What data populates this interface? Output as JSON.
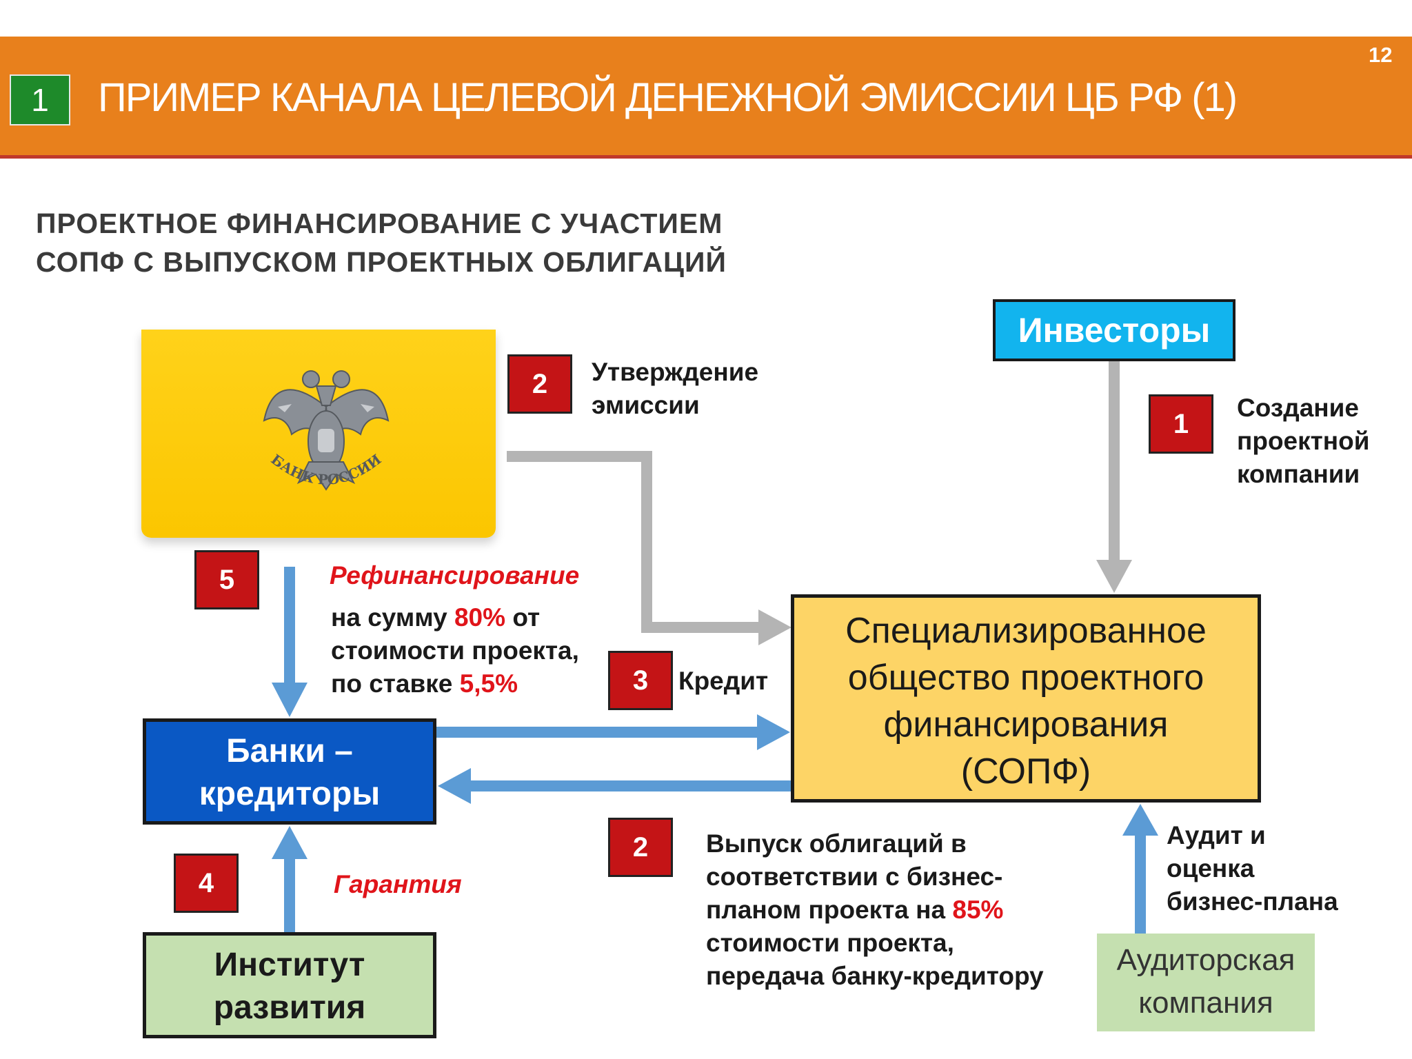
{
  "header": {
    "section_number": "1",
    "title": "ПРИМЕР КАНАЛА ЦЕЛЕВОЙ ДЕНЕЖНОЙ ЭМИССИИ ЦБ РФ (1)",
    "page_number": "12"
  },
  "subtitle": {
    "line1": "ПРОЕКТНОЕ ФИНАНСИРОВАНИЕ С УЧАСТИЕМ",
    "line2": "СОПФ С ВЫПУСКОМ ПРОЕКТНЫХ ОБЛИГАЦИЙ"
  },
  "central_bank": {
    "emblem_text": "БАНК РОССИИ",
    "emblem_icon": "double-headed-eagle-icon"
  },
  "boxes": {
    "investors": "Инвесторы",
    "sopf": [
      "Специализированное",
      "общество проектного",
      "финансирования",
      "(СОПФ)"
    ],
    "banks": [
      "Банки –",
      "кредиторы"
    ],
    "dev_institute": [
      "Институт",
      "развития"
    ],
    "auditor": [
      "Аудиторская",
      "компания"
    ]
  },
  "steps": {
    "approval": {
      "number": "2",
      "lines": [
        "Утверждение",
        "эмиссии"
      ]
    },
    "creation": {
      "number": "1",
      "lines": [
        "Создание",
        "проектной",
        "компании"
      ]
    },
    "refinancing": {
      "number": "5",
      "title": "Рефинансирование",
      "line1_prefix": "на сумму ",
      "line1_value": "80%",
      "line1_suffix": " от",
      "line2": "стоимости проекта,",
      "line3_prefix": "по ставке ",
      "line3_value": "5,5%"
    },
    "credit": {
      "number": "3",
      "label": "Кредит"
    },
    "bonds": {
      "number": "2",
      "line1": "Выпуск облигаций в",
      "line2": "соответствии с бизнес-",
      "line3_prefix": "планом проекта на ",
      "line3_value": "85%",
      "line4": "стоимости проекта,",
      "line5": "передача банку-кредитору"
    },
    "guarantee": {
      "number": "4",
      "label": "Гарантия"
    },
    "audit": {
      "lines": [
        "Аудит и",
        "оценка",
        "бизнес-плана"
      ]
    }
  },
  "colors": {
    "header": "#e8801c",
    "badge": "#1e8a2a",
    "step_number": "#c41416",
    "highlight": "#e0141a",
    "grey_arrow": "#b4b4b4",
    "blue_arrow": "#5b9bd5",
    "investors": "#12b4ee",
    "sopf": "#fdd466",
    "banks": "#0a58c4",
    "green_box": "#c5e0b0",
    "central_bank": "#fbc600"
  }
}
